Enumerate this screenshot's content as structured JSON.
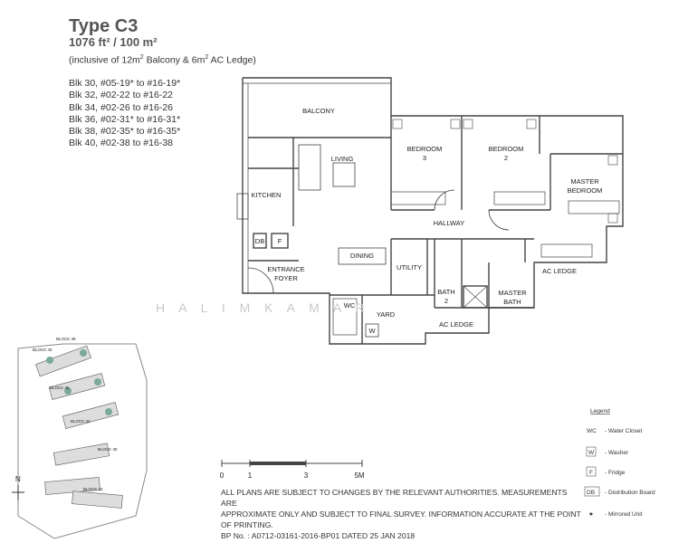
{
  "unit": {
    "type": "Type C3",
    "size": "1076 ft² / 100 m²",
    "note_prefix": "(inclusive of 12m",
    "note_mid": " Balcony & 6m",
    "note_suffix": " AC Ledge)",
    "note_sup": "2"
  },
  "blocks": [
    "Blk 30, #05-19* to #16-19*",
    "Blk 32, #02-22  to #16-22",
    "Blk 34, #02-26  to #16-26",
    "Blk 36, #02-31* to #16-31*",
    "Blk 38, #02-35* to #16-35*",
    "Blk 40, #02-38  to #16-38"
  ],
  "rooms": {
    "balcony": "BALCONY",
    "living": "LIVING",
    "kitchen": "KITCHEN",
    "db": "DB",
    "f": "F",
    "entrance_1": "ENTRANCE",
    "entrance_2": "FOYER",
    "dining": "DINING",
    "utility": "UTILITY",
    "wc": "WC",
    "yard": "YARD",
    "w": "W",
    "bedroom3_1": "BEDROOM",
    "bedroom3_2": "3",
    "bedroom2_1": "BEDROOM",
    "bedroom2_2": "2",
    "master_1": "MASTER",
    "master_2": "BEDROOM",
    "hallway": "HALLWAY",
    "bath2_1": "BATH",
    "bath2_2": "2",
    "masterbath_1": "MASTER",
    "masterbath_2": "BATH",
    "ac_ledge_right": "AC LEDGE",
    "ac_ledge_bottom": "AC LEDGE"
  },
  "watermark": "H A L I M   K A M A R",
  "site_plan": {
    "north": "N",
    "blocks": [
      "BLOCK 40",
      "BLOCK 38",
      "BLOCK 36",
      "BLOCK 34",
      "BLOCK 30",
      "BLOCK 32"
    ]
  },
  "scale": {
    "ticks": [
      "0",
      "1",
      "3",
      "5M"
    ]
  },
  "disclaimer": {
    "line1": "ALL PLANS ARE SUBJECT TO CHANGES BY THE RELEVANT AUTHORITIES. MEASUREMENTS ARE",
    "line2": "APPROXIMATE ONLY AND SUBJECT TO FINAL SURVEY. INFORMATION ACCURATE AT THE POINT OF PRINTING.",
    "line3": "BP No. : A0712-03161-2016-BP01 DATED 25 JAN 2018"
  },
  "legend": {
    "title": "Legend",
    "items": [
      {
        "symbol": "WC",
        "label": "- Water Closet"
      },
      {
        "symbol": "W",
        "label": "- Washer"
      },
      {
        "symbol": "F",
        "label": "- Fridge"
      },
      {
        "symbol": "DB",
        "label": "- Distribution Board"
      },
      {
        "symbol": "★",
        "label": "- Mirrored Unit"
      }
    ]
  }
}
